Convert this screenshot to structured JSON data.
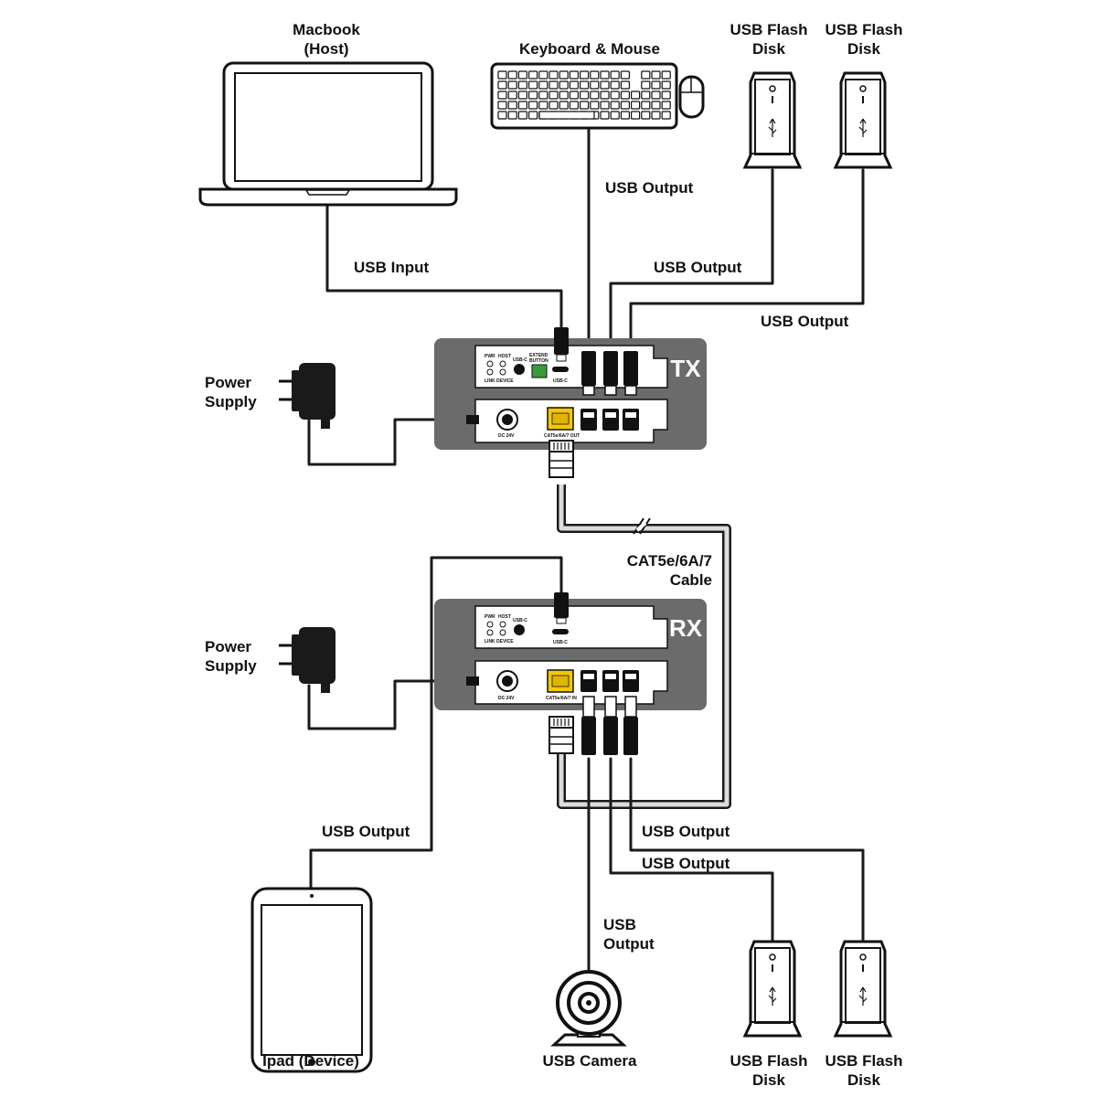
{
  "devices": {
    "macbook": {
      "line1": "Macbook",
      "line2": "(Host)"
    },
    "keyboard_mouse": "Keyboard & Mouse",
    "flash_tx_1": {
      "line1": "USB Flash",
      "line2": "Disk"
    },
    "flash_tx_2": {
      "line1": "USB Flash",
      "line2": "Disk"
    },
    "power_tx": {
      "line1": "Power",
      "line2": "Supply"
    },
    "power_rx": {
      "line1": "Power",
      "line2": "Supply"
    },
    "ipad": "Ipad (Device)",
    "camera": "USB Camera",
    "flash_rx_1": {
      "line1": "USB Flash",
      "line2": "Disk"
    },
    "flash_rx_2": {
      "line1": "USB Flash",
      "line2": "Disk"
    }
  },
  "connections": {
    "usb_input": "USB Input",
    "kb_output": "USB Output",
    "flash_tx_1_output": "USB Output",
    "flash_tx_2_output": "USB Output",
    "cable": {
      "line1": "CAT5e/6A/7",
      "line2": "Cable"
    },
    "ipad_output": "USB Output",
    "flash_rx_1_output": "USB Output",
    "flash_rx_2_output": "USB Output",
    "camera_output": {
      "line1": "USB",
      "line2": "Output"
    }
  },
  "tx_unit": {
    "label": "TX",
    "pwr": "PWR",
    "host": "HOST",
    "usbc": "USB-C",
    "link": "LINK",
    "device": "DEVICE",
    "extend1": "EXTEND",
    "extend2": "BUTTON",
    "usbc_port": "USB-C",
    "dc": "DC 24V",
    "cat_out": "CAT5e/6A/7 OUT"
  },
  "rx_unit": {
    "label": "RX",
    "pwr": "PWR",
    "host": "HOST",
    "usbc": "USB-C",
    "link": "LINK",
    "device": "DEVICE",
    "usbc_port": "USB-C",
    "dc": "DC 24V",
    "cat_in": "CAT5e/6A/7 IN"
  },
  "colors": {
    "unit_body": "#6b6b6b",
    "rj45_port": "#f3c800",
    "terminal": "#3a9a3a",
    "cable": "#1a1a1a"
  }
}
